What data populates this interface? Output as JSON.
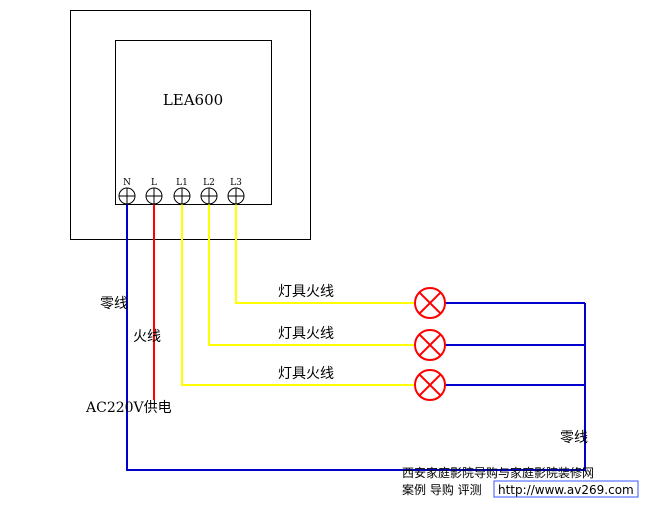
{
  "device": {
    "model": "LEA600",
    "terminals": [
      "N",
      "L",
      "L1",
      "L2",
      "L3"
    ]
  },
  "labels": {
    "neutral_left": "零线",
    "live": "火线",
    "power_supply": "AC220V供电",
    "lamp_live_1": "灯具火线",
    "lamp_live_2": "灯具火线",
    "lamp_live_3": "灯具火线",
    "neutral_right": "零线"
  },
  "watermark": {
    "line1": "西安家庭影院导购与家庭影院装修网",
    "line2_prefix": "案例 导购 评测",
    "url": "http://www.av269.com"
  },
  "colors": {
    "neutral_wire": "#0000cc",
    "live_wire": "#ff0000",
    "lamp_wire": "#ffff00",
    "lamp": "#ff0000",
    "outline": "#000000",
    "watermark": "#00cccc",
    "url_box": "#3355ff"
  }
}
